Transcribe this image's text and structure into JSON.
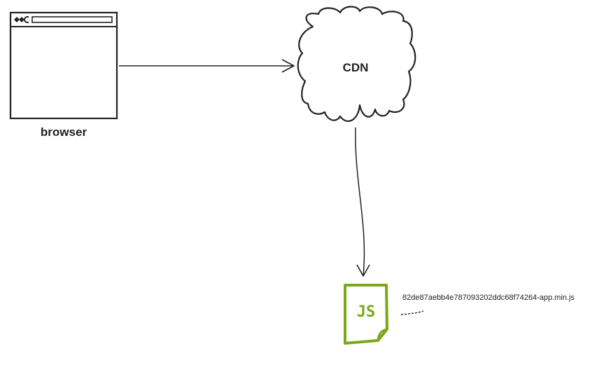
{
  "nodes": {
    "browser": {
      "label": "browser"
    },
    "cdn": {
      "label": "CDN"
    },
    "js_file": {
      "icon_text": "JS",
      "filename": "82de87aebb4e787093202ddc68f74264-app.min.js",
      "icon": "js-file-icon"
    }
  },
  "edges": [
    {
      "from": "browser",
      "to": "cdn"
    },
    {
      "from": "cdn",
      "to": "js_file"
    }
  ],
  "colors": {
    "stroke": "#222222",
    "js_green": "#7ca817",
    "background": "#ffffff"
  }
}
